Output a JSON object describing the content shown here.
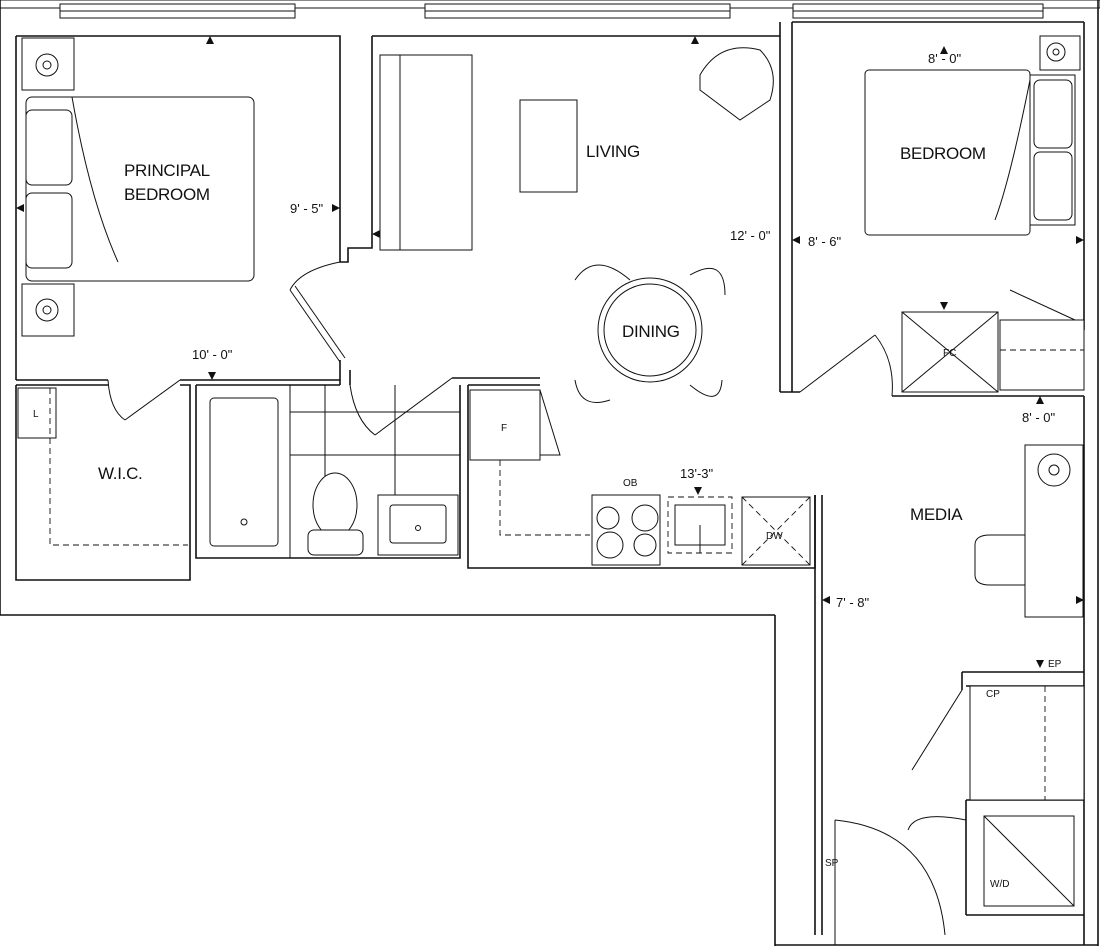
{
  "rooms": {
    "principal": [
      "PRINCIPAL",
      "BEDROOM"
    ],
    "living": "LIVING",
    "bedroom": "BEDROOM",
    "dining": "DINING",
    "wic": "W.I.C.",
    "media": "MEDIA"
  },
  "dimensions": {
    "principal_width": "9' - 5\"",
    "principal_length": "10' - 0\"",
    "living_width": "12' - 0\"",
    "bedroom_width": "8' - 6\"",
    "bedroom_length": "8' - 0\"",
    "media_length": "8' - 0\"",
    "kitchen_length": "13'-3\"",
    "hall_width": "7' - 8\""
  },
  "fixtures": {
    "linen": "L",
    "fridge": "F",
    "oven": "OB",
    "dishwasher": "DW",
    "fan_coil": "FC",
    "electrical_panel": "EP",
    "closet_pantry": "CP",
    "sprinkler": "SP",
    "washer_dryer": "W/D"
  }
}
